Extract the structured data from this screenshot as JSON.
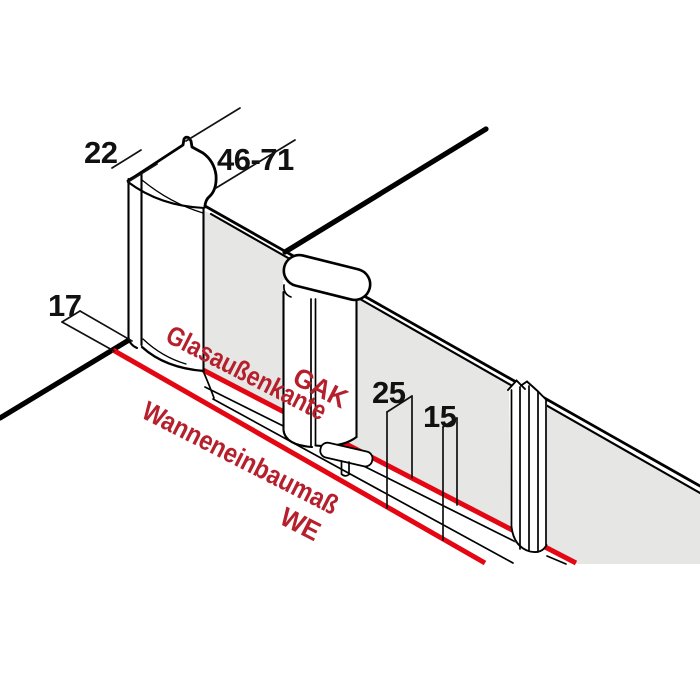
{
  "diagram": {
    "title_hint": "panel installation dimension drawing",
    "dimensions": {
      "wall_plate_depth": "22",
      "wall_profile_adjust_range": "46-71",
      "wall_to_tub_edge": "17",
      "tub_edge_to_glass_edge": "25",
      "rail_offset": "15"
    },
    "labels": {
      "glass_outer_edge": "Glasaußenkante",
      "glass_outer_edge_abbr": "GAK",
      "tub_installation_dim": "Wanneneinbaumaß",
      "tub_installation_abbr": "WE"
    },
    "colors": {
      "reference_line_red": "#e30613",
      "label_red": "#b5202c",
      "glass_fill_gray": "#e6e6e5",
      "outline_black": "#000000",
      "background": "#ffffff"
    }
  }
}
